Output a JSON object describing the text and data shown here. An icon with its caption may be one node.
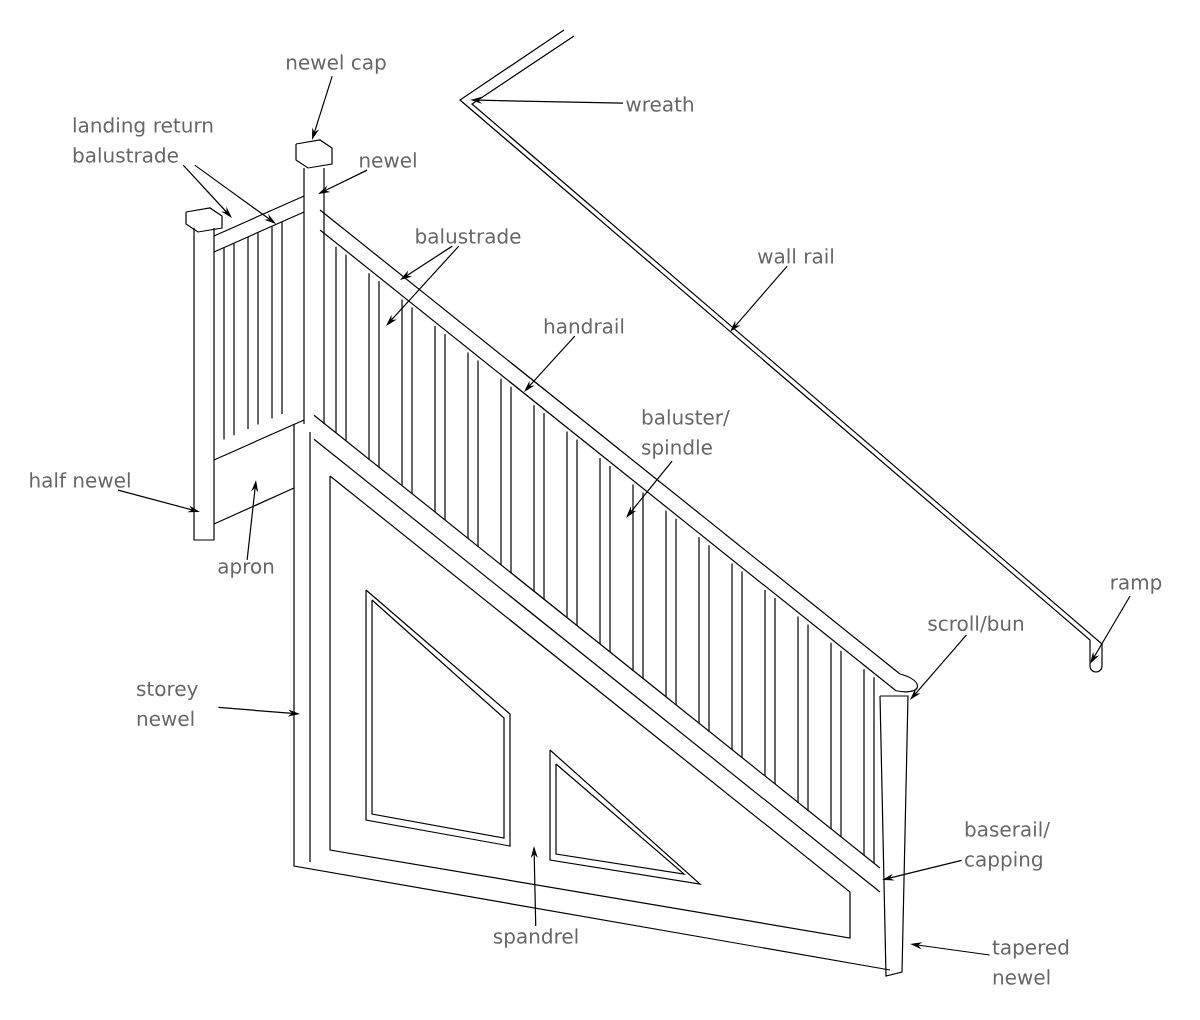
{
  "diagram": {
    "nodes": [
      {
        "text": [
          "newel cap"
        ]
      },
      {
        "text": [
          "landing return balustrade"
        ]
      },
      {
        "text": [
          "wreath"
        ]
      },
      {
        "text": [
          "newel"
        ]
      },
      {
        "text": [
          "balustrade"
        ]
      },
      {
        "text": [
          "handrail"
        ]
      },
      {
        "text": [
          "wall rail"
        ]
      },
      {
        "text": [
          "baluster/ spindle"
        ]
      },
      {
        "text": [
          "half newel"
        ]
      },
      {
        "text": [
          "apron"
        ]
      },
      {
        "text": [
          "ramp"
        ]
      },
      {
        "text": [
          "scroll/bun"
        ]
      },
      {
        "text": [
          "storey newel"
        ]
      },
      {
        "text": [
          "baserail/ capping"
        ]
      },
      {
        "text": [
          "spandrel"
        ]
      },
      {
        "text": [
          "tapered newel"
        ]
      }
    ],
    "edges": [
      {
        "from": 0,
        "to": null,
        "arrow": "to"
      },
      {
        "from": 1,
        "to": null,
        "arrow": "to"
      },
      {
        "from": 1,
        "to": null,
        "arrow": "to"
      },
      {
        "from": 2,
        "to": null,
        "arrow": "to"
      },
      {
        "from": 3,
        "to": null,
        "arrow": "to"
      },
      {
        "from": 4,
        "to": null,
        "arrow": "to"
      },
      {
        "from": 4,
        "to": null,
        "arrow": "to"
      },
      {
        "from": 5,
        "to": null,
        "arrow": "to"
      },
      {
        "from": 6,
        "to": null,
        "arrow": "to"
      },
      {
        "from": 7,
        "to": null,
        "arrow": "to"
      },
      {
        "from": 8,
        "to": null,
        "arrow": "to"
      },
      {
        "from": 9,
        "to": null,
        "arrow": "to"
      },
      {
        "from": 10,
        "to": null,
        "arrow": "to"
      },
      {
        "from": 11,
        "to": null,
        "arrow": "to"
      },
      {
        "from": 12,
        "to": null,
        "arrow": "to"
      },
      {
        "from": 13,
        "to": null,
        "arrow": "to"
      },
      {
        "from": 14,
        "to": null,
        "arrow": "to"
      },
      {
        "from": 15,
        "to": null,
        "arrow": "to"
      }
    ]
  }
}
